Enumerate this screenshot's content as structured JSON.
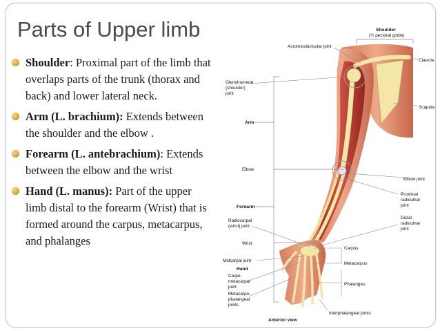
{
  "title": "Parts of Upper limb",
  "bullets": [
    {
      "term": "Shoulder",
      "text": ": Proximal part of the limb that overlaps parts of the trunk (thorax and back) and lower lateral neck."
    },
    {
      "term": "Arm (L. brachium):",
      "text": " Extends between the shoulder and the elbow ."
    },
    {
      "term": "Forearm (L. antebrachium)",
      "text": ": Extends between the elbow and the wrist"
    },
    {
      "term": "Hand (L. manus):",
      "text": " Part of the upper limb distal to the forearm (Wrist) that is formed around the carpus, metacarpus, and phalanges"
    }
  ],
  "figure": {
    "shoulder_title": "Shoulder",
    "shoulder_sub": "(½ pectoral girdle)",
    "acromioclavicular": "Acromioclavicular joint",
    "clavicle": "Clavicle",
    "glenohumeral_1": "Glenohumeral",
    "glenohumeral_2": "(shoulder)",
    "glenohumeral_3": "joint",
    "scapula": "Scapula",
    "arm": "Arm",
    "elbow": "Elbow",
    "elbow_joint": "Elbow joint",
    "prox_1": "Proximal",
    "prox_2": "radioulnar",
    "prox_3": "joint",
    "forearm": "Forearm",
    "radiocarpal_1": "Radiocarpal",
    "radiocarpal_2": "(wrist) joint",
    "distal_1": "Distal",
    "distal_2": "radioulnar",
    "distal_3": "joint",
    "wrist": "Wrist",
    "carpus": "Carpus",
    "midcarpal": "Midcarpal joint",
    "metacarpus": "Metacarpus",
    "hand": "Hand",
    "cmc_1": "Carpo-",
    "cmc_2": "metacarpal",
    "cmc_3": "joint",
    "phalanges": "Phalanges",
    "mcp_1": "Metacarpo-",
    "mcp_2": "phalangeal",
    "mcp_3": "joints",
    "interphalangeal": "Interphalangeal joints",
    "anterior_view": "Anterior view"
  },
  "colors": {
    "title": "#4a4a4a",
    "bullet": "#d9a632",
    "skin": "#e0896a",
    "muscle": "#b5322a",
    "bone": "#f3e6a8"
  }
}
